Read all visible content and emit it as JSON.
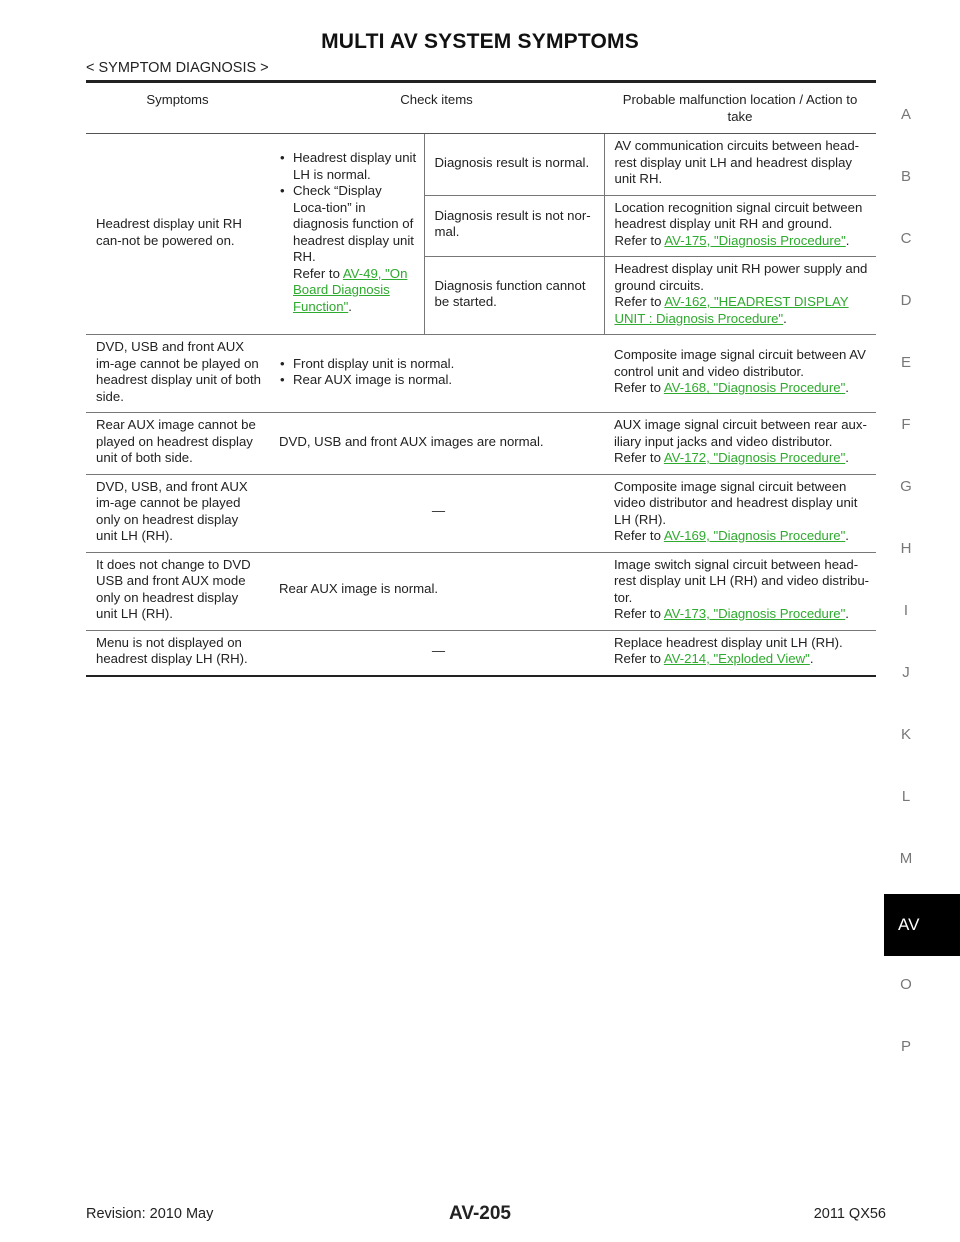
{
  "header": {
    "title": "MULTI AV SYSTEM SYMPTOMS",
    "breadcrumb": "< SYMPTOM DIAGNOSIS >"
  },
  "side_index": [
    "A",
    "B",
    "C",
    "D",
    "E",
    "F",
    "G",
    "H",
    "I",
    "J",
    "K",
    "L",
    "M",
    "AV",
    "O",
    "P"
  ],
  "side_index_active": "AV",
  "table": {
    "headers": [
      "Symptoms",
      "Check items",
      "Probable malfunction location / Action to take"
    ],
    "row1": {
      "symptom": "Headrest display unit RH can-not be powered on.",
      "check_b1": "Headrest display unit LH is normal.",
      "check_b2_pre": "Check “Display Loca-tion” in diagnosis function of headrest display unit RH.",
      "check_b2_refer": "Refer to ",
      "check_b2_link": "AV-49, \"On Board Diagnosis Function\"",
      "sub1_result": "Diagnosis result is normal.",
      "sub1_action": "AV communication circuits between head-rest display unit LH and headrest display unit RH.",
      "sub2_result": "Diagnosis result is not nor-mal.",
      "sub2_action": "Location recognition signal circuit between headrest display unit RH and ground.",
      "sub2_refer": "Refer to ",
      "sub2_link": "AV-175, \"Diagnosis Procedure\"",
      "sub3_result": "Diagnosis function cannot be started.",
      "sub3_action": "Headrest display unit RH power supply and ground circuits.",
      "sub3_refer": "Refer to ",
      "sub3_link": "AV-162, \"HEADREST DISPLAY UNIT : Diagnosis Procedure\""
    },
    "row2": {
      "symptom": "DVD, USB and front AUX im-age cannot be played on headrest display unit of both side.",
      "check_b1": "Front display unit is normal.",
      "check_b2": "Rear AUX image is normal.",
      "action": "Composite image signal circuit between AV control unit and video distributor.",
      "refer": "Refer to ",
      "link": "AV-168, \"Diagnosis Procedure\""
    },
    "row3": {
      "symptom": "Rear AUX image cannot be played on headrest display unit of both side.",
      "check": "DVD, USB and front AUX images are normal.",
      "action": "AUX image signal circuit between rear aux-iliary input jacks and video distributor.",
      "refer": "Refer to ",
      "link": "AV-172, \"Diagnosis Procedure\""
    },
    "row4": {
      "symptom": "DVD, USB, and front AUX im-age cannot be played only on headrest display unit LH (RH).",
      "check": "—",
      "action": "Composite image signal circuit between video distributor and headrest display unit LH (RH).",
      "refer": "Refer to ",
      "link": "AV-169, \"Diagnosis Procedure\""
    },
    "row5": {
      "symptom": "It does not change to DVD USB and front AUX mode only on headrest display unit LH (RH).",
      "check": "Rear AUX image is normal.",
      "action": "Image switch signal circuit between head-rest display unit LH (RH) and video distribu-tor.",
      "refer": "Refer to ",
      "link": "AV-173, \"Diagnosis Procedure\""
    },
    "row6": {
      "symptom": "Menu is not displayed on headrest display LH (RH).",
      "check": "—",
      "action": "Replace headrest display unit LH (RH).",
      "refer": "Refer to ",
      "link": "AV-214, \"Exploded View\""
    },
    "period": "."
  },
  "footer": {
    "revision": "Revision: 2010 May",
    "page": "AV-205",
    "model": "2011 QX56"
  }
}
